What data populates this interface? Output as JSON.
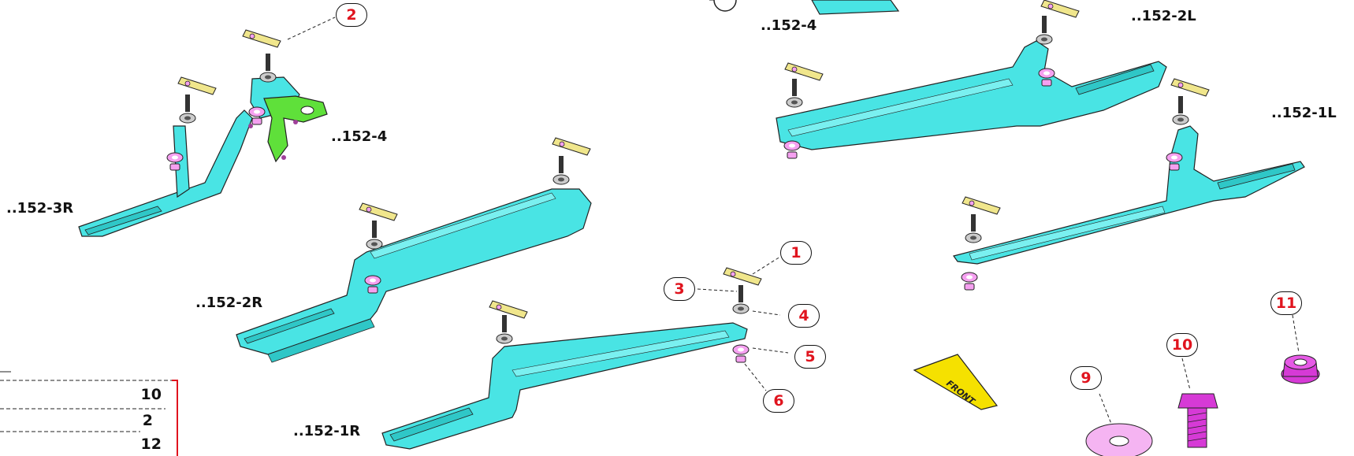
{
  "part_labels": {
    "p152_3r": "..152-3R",
    "p152_4_left": "..152-4",
    "p152_2r": "..152-2R",
    "p152_1r": "..152-1R",
    "p152_4_top": "..152-4",
    "p152_2l": "..152-2L",
    "p152_1l": "..152-1L"
  },
  "callouts": {
    "c2": "2",
    "c1": "1",
    "c3": "3",
    "c4": "4",
    "c5": "5",
    "c6": "6",
    "c9": "9",
    "c10": "10",
    "c11": "11"
  },
  "quantity_table": {
    "rows": [
      "10",
      "2",
      "12"
    ]
  },
  "front_marker": "FRONT",
  "colors": {
    "bracket": "#49e4e4",
    "plate": "#f0e68c",
    "washer": "#f5a0f0",
    "nut": "#d63ad6",
    "green_bracket": "#5fe03a",
    "callout_text": "#e0141e",
    "front_arrow": "#f5e100"
  }
}
